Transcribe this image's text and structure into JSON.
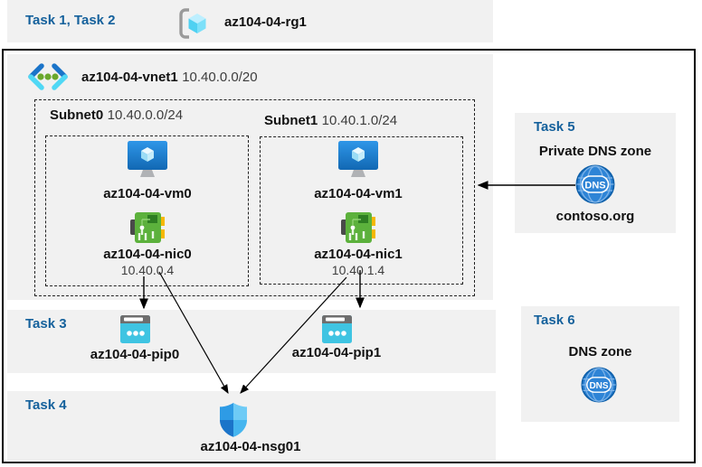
{
  "colors": {
    "task_label_blue": "#15619c",
    "panel_gray": "#f1f1f1",
    "border_black": "#000000",
    "vm_blue": "#1b82d8",
    "nic_green": "#5cb13c",
    "pip_cyan": "#3fc4e2",
    "nsg_blue": "#2e9be5",
    "dns_blue": "#2e84d6"
  },
  "header": {
    "task_label": "Task 1, Task 2",
    "resource_group_name": "az104-04-rg1"
  },
  "vnet": {
    "name": "az104-04-vnet1",
    "cidr": "10.40.0.0/20",
    "subnets": [
      {
        "name": "Subnet0",
        "cidr": "10.40.0.0/24",
        "vm": "az104-04-vm0",
        "nic": "az104-04-nic0",
        "ip": "10.40.0.4"
      },
      {
        "name": "Subnet1",
        "cidr": "10.40.1.0/24",
        "vm": "az104-04-vm1",
        "nic": "az104-04-nic1",
        "ip": "10.40.1.4"
      }
    ]
  },
  "task3": {
    "label": "Task 3",
    "pips": [
      {
        "name": "az104-04-pip0"
      },
      {
        "name": "az104-04-pip1"
      }
    ]
  },
  "task4": {
    "label": "Task 4",
    "nsg_name": "az104-04-nsg01"
  },
  "task5": {
    "label": "Task 5",
    "title": "Private DNS zone",
    "zone_name": "contoso.org",
    "dns_icon_text": "DNS"
  },
  "task6": {
    "label": "Task 6",
    "title": "DNS zone",
    "dns_icon_text": "DNS"
  }
}
